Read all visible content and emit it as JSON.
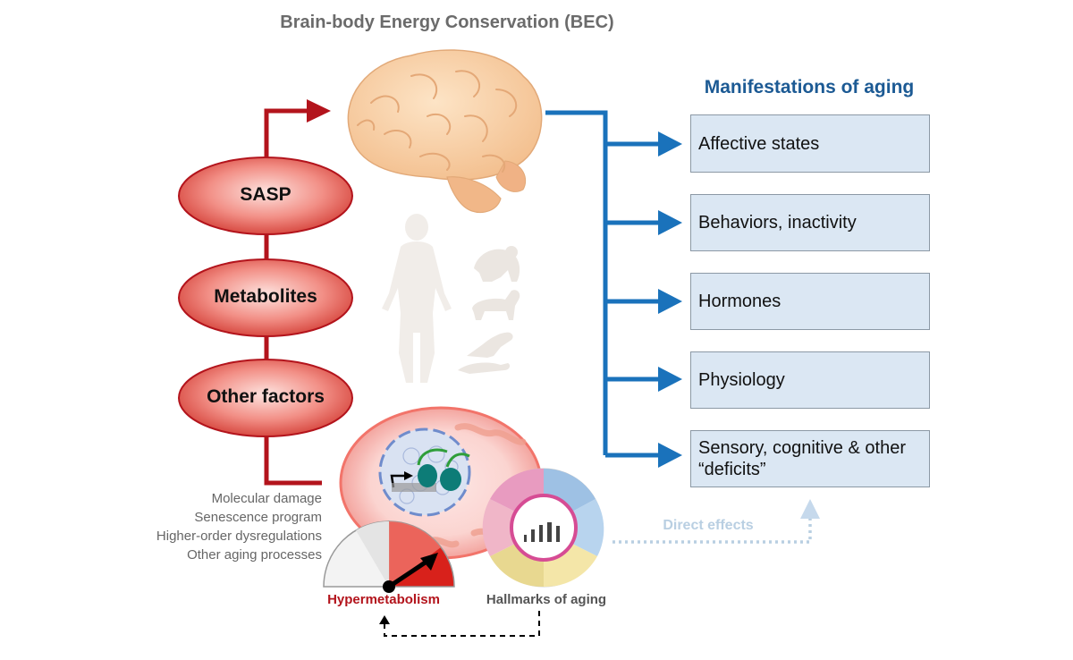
{
  "title": "Brain-body Energy Conservation (BEC)",
  "manifestations": {
    "title": "Manifestations of aging",
    "items": [
      "Affective states",
      "Behaviors, inactivity",
      "Hormones",
      "Physiology",
      "Sensory, cognitive & other “deficits”"
    ]
  },
  "signals": [
    "SASP",
    "Metabolites",
    "Other factors"
  ],
  "processes": [
    "Molecular damage",
    "Senescence program",
    "Higher-order dysregulations",
    "Other aging processes"
  ],
  "labels": {
    "hypermetabolism": "Hypermetabolism",
    "hallmarks": "Hallmarks of aging",
    "direct_effects": "Direct effects"
  },
  "icons": [
    "brain-icon",
    "human-silhouette-icon",
    "chimpanzee-icon",
    "dog-icon",
    "bird-icon",
    "rodent-icon",
    "cell-icon",
    "gauge-icon",
    "hallmarks-wheel-icon"
  ],
  "colors": {
    "red_arrow": "#b3141c",
    "blue_arrow": "#1a72bb",
    "manifestation_box": "#dbe7f3",
    "direct_effects": "#b9cfe2"
  }
}
